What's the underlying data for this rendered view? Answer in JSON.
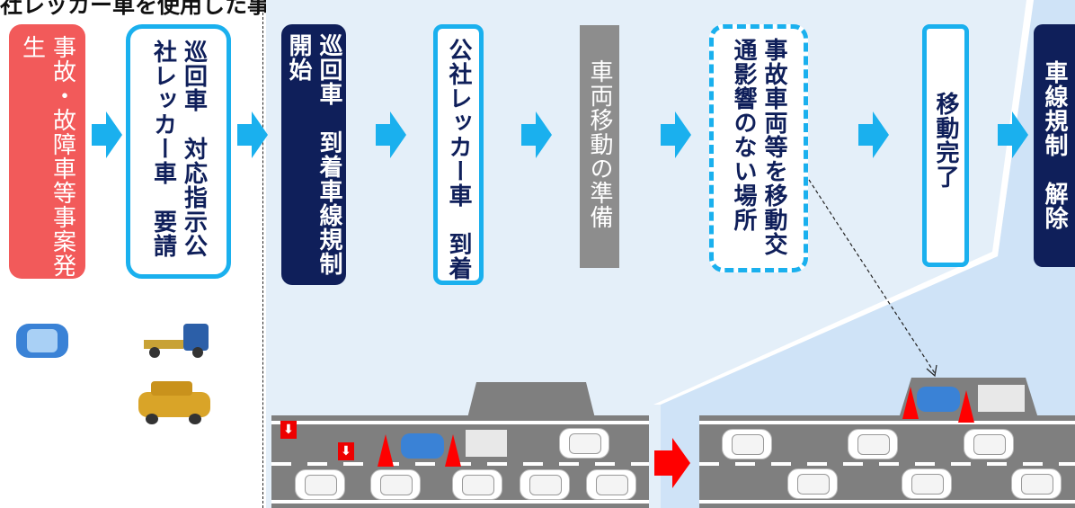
{
  "title": "社レッカー車を使用した事故・故障車排除の流れ",
  "steps": [
    {
      "text": "事故・故障車等事案発生"
    },
    {
      "text": "巡回車　対応指示公社レッカー車　要請"
    },
    {
      "text": "巡回車　到着車線規制開始"
    },
    {
      "text": "公社レッカー車　到着"
    },
    {
      "text": "車両移動の準備"
    },
    {
      "text": "事故車両等を移動交通影響のない場所"
    },
    {
      "text": "移動完了"
    },
    {
      "text": "車線規制　解除"
    }
  ],
  "colors": {
    "accent": "#1ab0ee",
    "navy": "#0f1f5a",
    "red": "#f25a5a",
    "gray": "#8d8d8d"
  }
}
